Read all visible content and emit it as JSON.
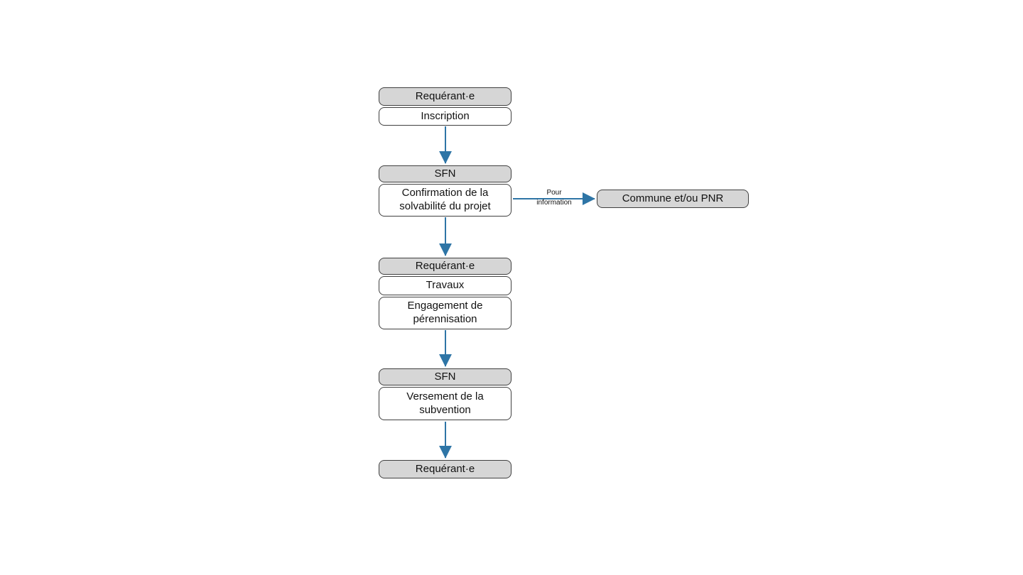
{
  "colors": {
    "background": "#ffffff",
    "header_fill": "#d6d6d6",
    "row_fill": "#ffffff",
    "border": "#404040",
    "text": "#121212",
    "arrow": "#2e75a6"
  },
  "diagram": {
    "groups": [
      {
        "header": "Requérant·e",
        "rows": [
          "Inscription"
        ]
      },
      {
        "header": "SFN",
        "rows": [
          "Confirmation de la solvabilité du projet"
        ]
      },
      {
        "header": "Requérant·e",
        "rows": [
          "Travaux",
          "Engagement de pérennisation"
        ]
      },
      {
        "header": "SFN",
        "rows": [
          "Versement de la subvention"
        ]
      },
      {
        "header": "Requérant·e",
        "rows": []
      }
    ],
    "side": {
      "arrow_label": "Pour information",
      "box": "Commune et/ou PNR"
    }
  }
}
